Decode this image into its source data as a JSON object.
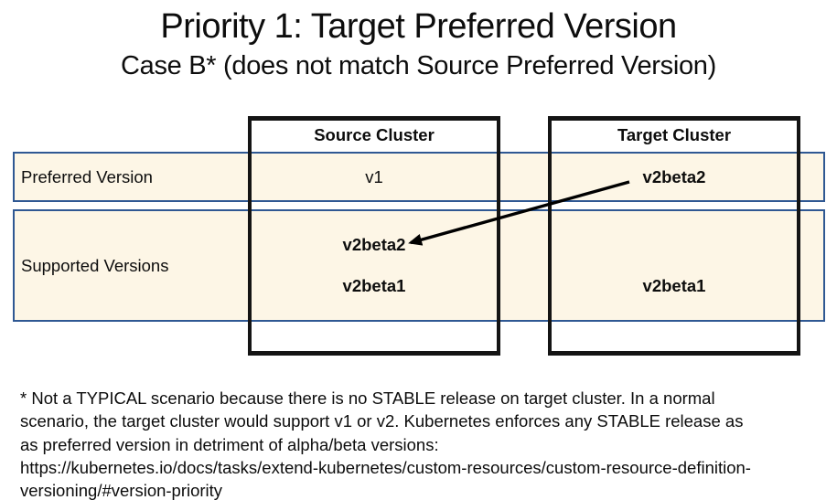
{
  "slide": {
    "title": "Priority 1: Target Preferred Version",
    "subtitle": "Case B* (does not match Source Preferred Version)"
  },
  "table": {
    "column_headers": [
      "Source Cluster",
      "Target Cluster"
    ],
    "row_labels": [
      "Preferred Version",
      "Supported Versions"
    ],
    "preferred": {
      "source": "v1",
      "target": "v2beta2"
    },
    "supported": {
      "source": [
        "v2beta2",
        "v2beta1"
      ],
      "target": [
        "v2beta1"
      ]
    }
  },
  "arrow": {
    "from": "target-preferred-v2beta2",
    "to": "source-supported-v2beta2",
    "color": "#000000"
  },
  "colors": {
    "band_fill": "#fdf6e6",
    "band_border": "#2f5893",
    "box_border": "#141414",
    "text": "#0d0d0d"
  },
  "footnote": "* Not a TYPICAL scenario because there is no STABLE release on target cluster. In a normal\nscenario, the target cluster would support v1 or v2. Kubernetes enforces any STABLE release as\nas preferred version in detriment of alpha/beta versions:\nhttps://kubernetes.io/docs/tasks/extend-kubernetes/custom-resources/custom-resource-definition-\nversioning/#version-priority"
}
